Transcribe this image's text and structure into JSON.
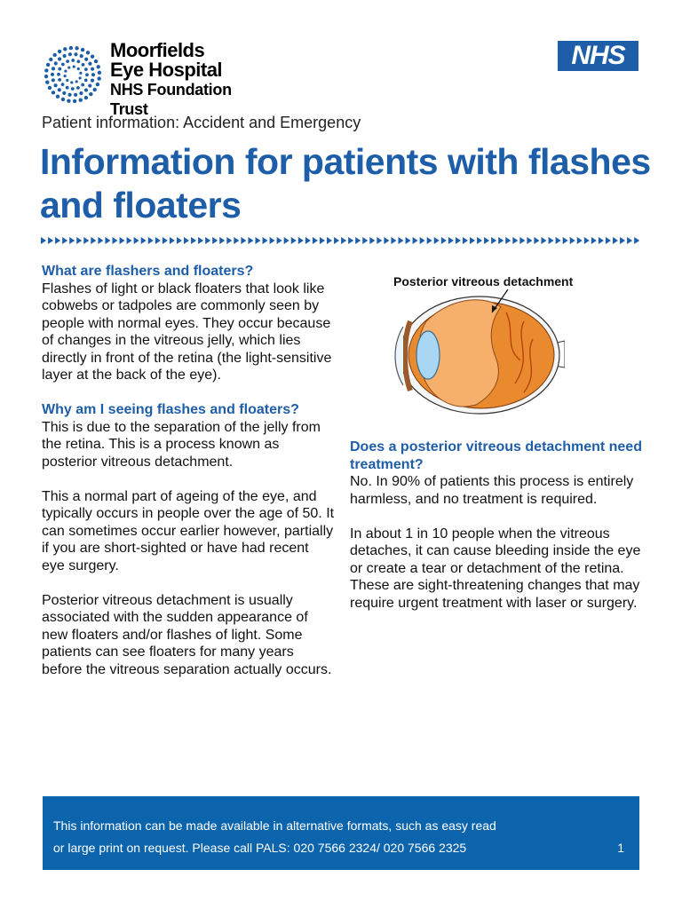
{
  "logo": {
    "name_line1": "Moorfields",
    "name_line2": "Eye Hospital",
    "trust": "NHS Foundation Trust"
  },
  "nhs_badge": "NHS",
  "subtitle": "Patient information: Accident and Emergency",
  "title": "Information for patients with flashes and floaters",
  "colors": {
    "accent": "#1e5ea8",
    "footer_bg": "#0b64ac"
  },
  "left_column": {
    "heading1": "What are flashers and floaters?",
    "para1": "Flashes of light or black floaters that look like cobwebs or tadpoles are commonly seen by people with normal eyes. They occur because of changes in the vitreous jelly, which lies directly in front of the retina (the light-sensitive layer at the back of the eye).",
    "heading2": "Why am I seeing flashes and floaters?",
    "para2": "This is due to the separation of the jelly from the retina. This is a process known as posterior vitreous detachment.",
    "para3": "This a normal part of ageing of the eye, and typically occurs in people over the age of 50. It can sometimes occur earlier however, partially if you are short-sighted or have had recent eye surgery.",
    "para4": "Posterior vitreous detachment is usually associated with the sudden appearance of new floaters and/or flashes of light. Some patients can see floaters for many years before the vitreous separation actually occurs."
  },
  "diagram": {
    "title": "Posterior vitreous detachment",
    "icon": "eye-cross-section-illustration"
  },
  "right_column": {
    "heading": "Does a posterior vitreous detachment need treatment?",
    "para1": "No. In 90% of patients this process is entirely harmless, and no treatment is required.",
    "para2": "In about 1 in 10 people when the vitreous detaches, it can cause bleeding inside the eye or create a tear or detachment of the retina. These are sight-threatening changes that may require urgent treatment with laser or surgery."
  },
  "footer": {
    "line1": "This information can be made available in alternative formats, such as easy read",
    "line2": "or large print  on request. Please call PALS: 020 7566 2324/ 020 7566 2325",
    "page_number": "1"
  }
}
